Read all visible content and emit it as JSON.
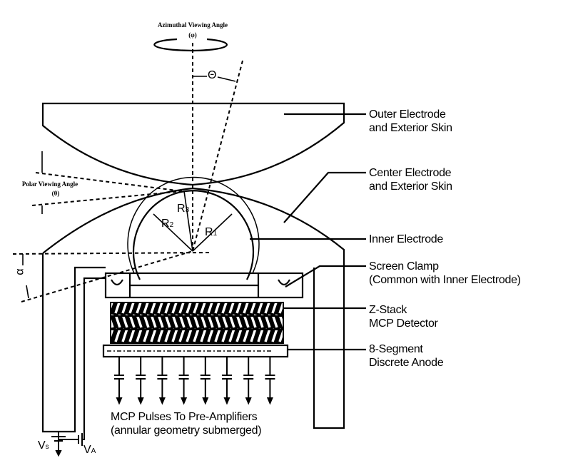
{
  "labels": {
    "azimuthal": "Azimuthal Viewing Angle",
    "azimuthal_symbol": "(φ)",
    "polar": "Polar Viewing Angle",
    "polar_symbol": "(θ)",
    "theta": "Θ",
    "alpha": "α",
    "outer": [
      "Outer Electrode",
      "and Exterior Skin"
    ],
    "center": [
      "Center Electrode",
      "and Exterior Skin"
    ],
    "inner": "Inner Electrode",
    "clamp": [
      "Screen Clamp",
      "(Common with Inner Electrode)"
    ],
    "zstack": [
      "Z-Stack",
      "MCP Detector"
    ],
    "anode": [
      "8-Segment",
      "Discrete Anode"
    ],
    "pulses": [
      "MCP Pulses To Pre-Amplifiers",
      "(annular geometry submerged)"
    ],
    "r1": "R",
    "r1_sub": "1",
    "r2": "R",
    "r2_sub": "2",
    "r3": "R",
    "r3_sub": "3",
    "vs": "V",
    "vs_sub": "s",
    "va": "V",
    "va_sub": "A"
  }
}
